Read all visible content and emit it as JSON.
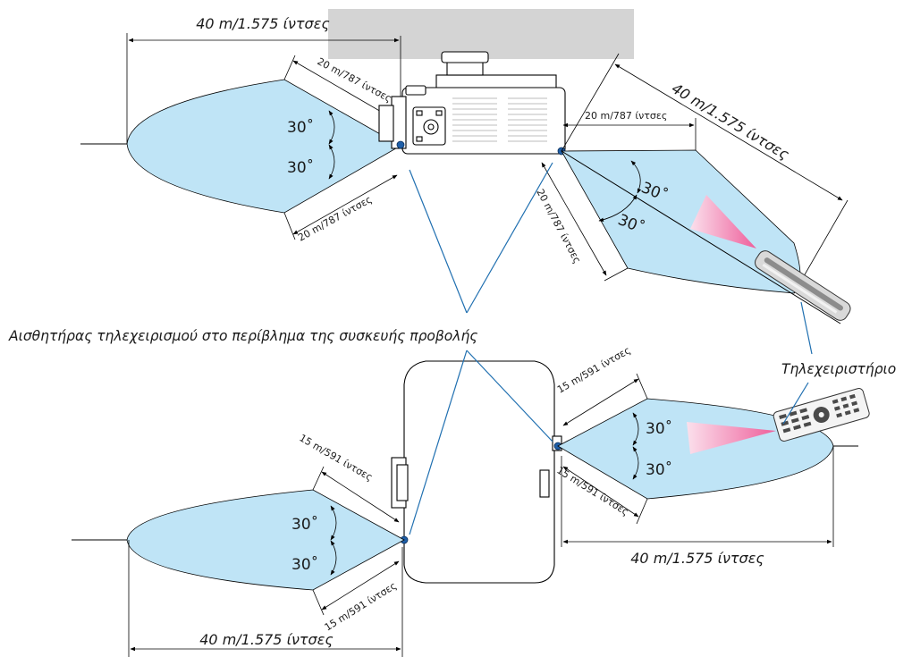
{
  "labels": {
    "dist_40_top": "40 m/1.575 ίντσες",
    "dist_40_right_top": "40 m/1.575 ίντσες",
    "dist_40_right_bottom": "40 m/1.575 ίντσες",
    "dist_40_bottom": "40 m/1.575 ίντσες",
    "dist_20_a": "20 m/787 ίντσες",
    "dist_20_b": "20 m/787 ίντσες",
    "dist_20_c": "20 m/787 ίντσες",
    "dist_20_d": "20 m/787 ίντσες",
    "dist_15_a": "15 m/591 ίντσες",
    "dist_15_b": "15 m/591 ίντσες",
    "dist_15_c": "15 m/591 ίντσες",
    "dist_15_d": "15 m/591 ίντσες",
    "angle": "30˚",
    "sensor_caption": "Αισθητήρας τηλεχειρισμού στο περίβλημα της συσκευής προβολής",
    "remote_caption": "Τηλεχειριστήριο"
  },
  "colors": {
    "beam": "#bfe4f6",
    "pointer_line": "#1f6fb0",
    "sensor": "#1f5fa8",
    "ir_pink": "#f06aa0"
  }
}
